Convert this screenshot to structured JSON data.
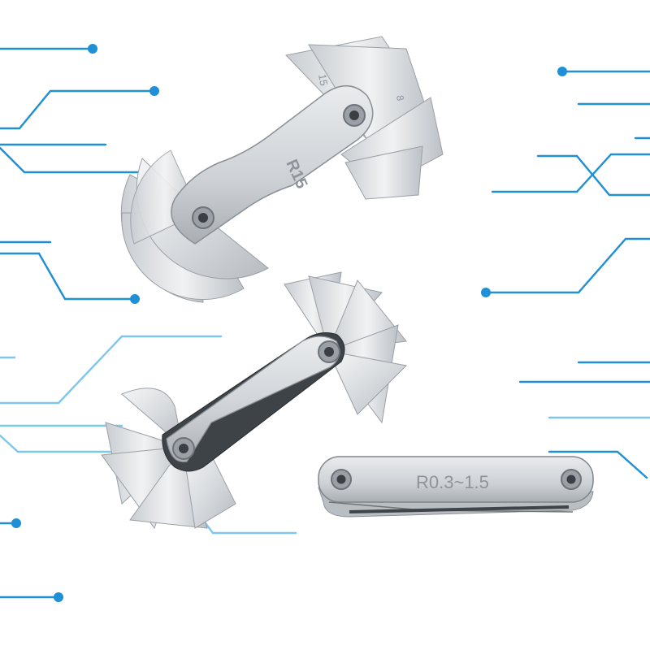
{
  "colors": {
    "background": "#ffffff",
    "circuit_blue": "#1f8fd6",
    "circuit_light": "#7fc6ee",
    "steel_light": "#eef0f2",
    "steel_mid": "#d3d7db",
    "steel_dark": "#a4aab0",
    "steel_edge": "#7e858c"
  },
  "gauges": {
    "top": {
      "engraving": "R15",
      "leaf_mark_left": "15",
      "leaf_mark_right": "8"
    },
    "middle": {
      "engraving": ""
    },
    "closed": {
      "engraving": "R0.3~1.5"
    }
  }
}
